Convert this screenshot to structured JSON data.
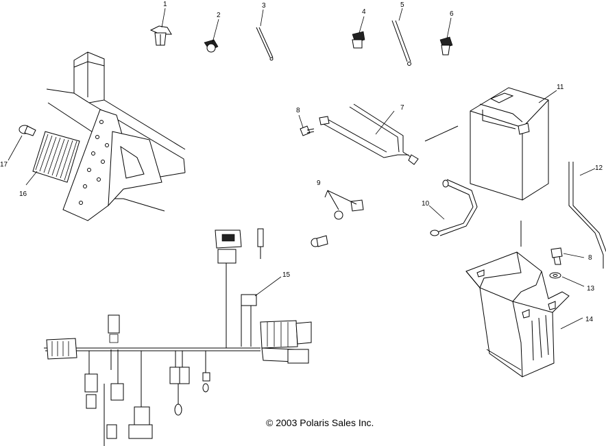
{
  "callouts": [
    "1",
    "2",
    "3",
    "4",
    "5",
    "6",
    "7",
    "8",
    "9",
    "10",
    "11",
    "12",
    "8",
    "13",
    "14",
    "15",
    "16",
    "17"
  ],
  "copyright": "© 2003 Polaris Sales Inc."
}
